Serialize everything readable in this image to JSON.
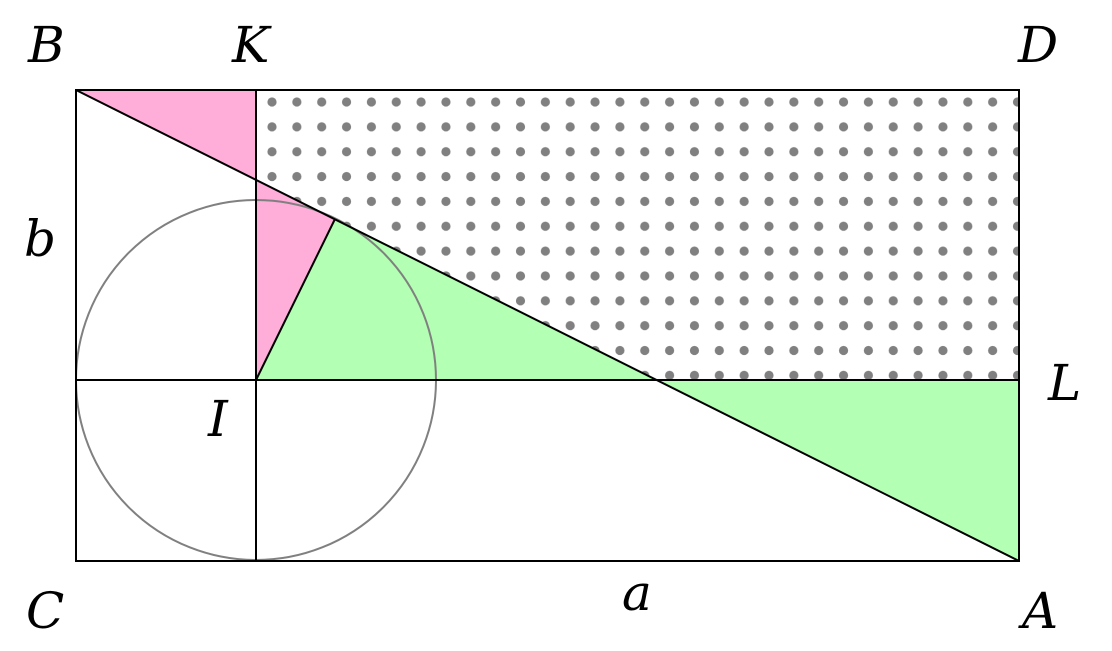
{
  "labels": {
    "B": "B",
    "K": "K",
    "D": "D",
    "b": "b",
    "L": "L",
    "I": "I",
    "C": "C",
    "a": "a",
    "A": "A"
  },
  "colors": {
    "pink": "#ffadd9",
    "green": "#b3ffb3",
    "dots": "#808080",
    "circle": "#808080",
    "lines": "#000000"
  }
}
